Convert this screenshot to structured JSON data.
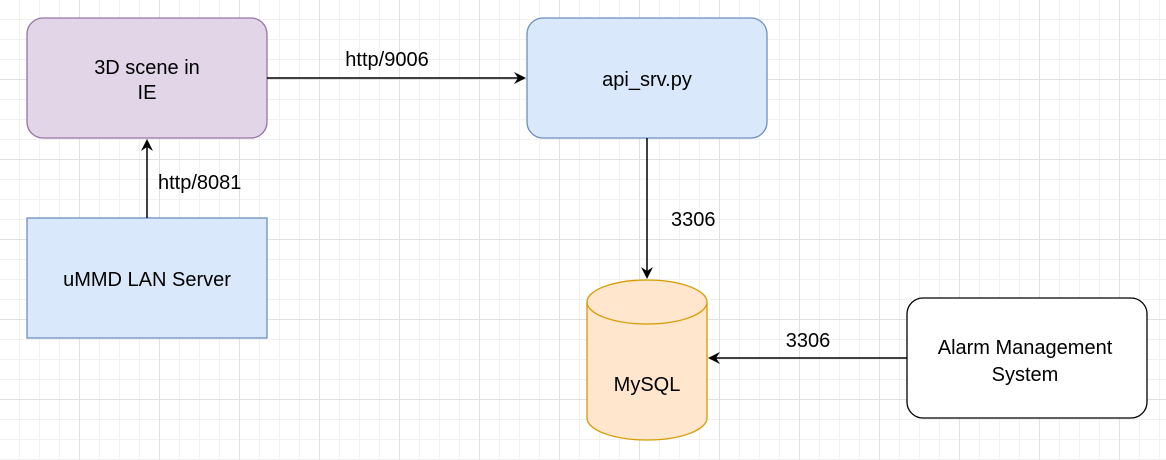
{
  "nodes": {
    "scene": {
      "label_line1": "3D scene in",
      "label_line2": "IE",
      "fill": "#e1d5e7",
      "stroke": "#9673a6"
    },
    "api": {
      "label": "api_srv.py",
      "fill": "#dae8fc",
      "stroke": "#6c8ebf"
    },
    "lan_server": {
      "label": "uMMD LAN Server",
      "fill": "#dae8fc",
      "stroke": "#6c8ebf"
    },
    "mysql": {
      "label": "MySQL",
      "fill": "#ffe6cc",
      "stroke": "#d79b00"
    },
    "alarm": {
      "label_line1": "Alarm Management",
      "label_line2": "System",
      "fill": "#ffffff",
      "stroke": "#000000"
    }
  },
  "edges": {
    "scene_to_api": {
      "label": "http/9006"
    },
    "lan_to_scene": {
      "label": "http/8081"
    },
    "api_to_mysql": {
      "label": "3306"
    },
    "alarm_to_mysql": {
      "label": "3306"
    }
  }
}
